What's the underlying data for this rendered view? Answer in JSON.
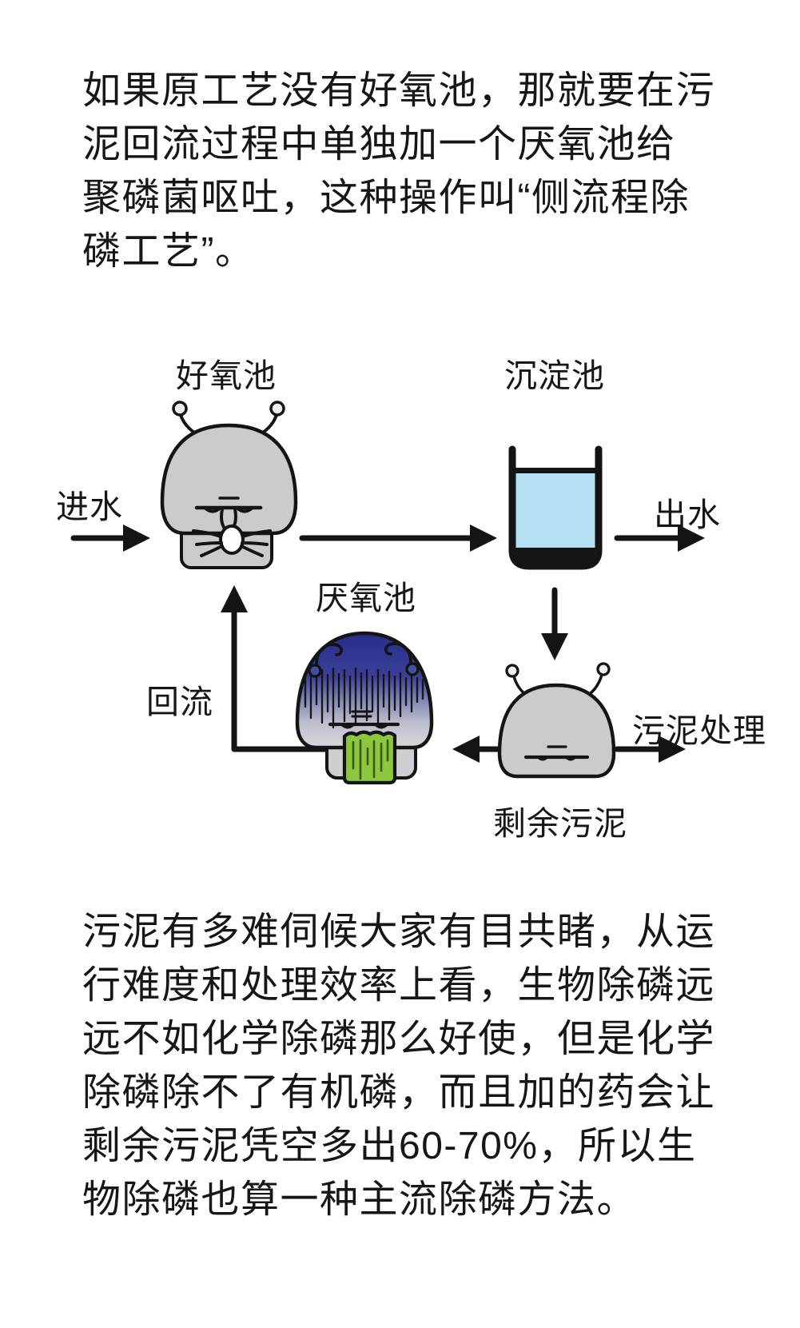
{
  "intro": {
    "lines": [
      "如果原工艺没有好氧池，那就要在污",
      "泥回流过程中单独加一个厌氧池给",
      "聚磷菌呕吐，这种操作叫“侧流程除",
      "磷工艺”。"
    ]
  },
  "outro": {
    "lines": [
      "污泥有多难伺候大家有目共睹，从运",
      "行难度和处理效率上看，生物除磷远",
      "远不如化学除磷那么好使，但是化学",
      "除磷除不了有机磷，而且加的药会让",
      "剩余污泥凭空多出60-70%，所以生",
      "物除磷也算一种主流除磷方法。"
    ]
  },
  "diagram": {
    "aerobic_label": "好氧池",
    "sedimentation_label": "沉淀池",
    "anaerobic_label": "厌氧池",
    "influent_label": "进水",
    "effluent_label": "出水",
    "return_label": "回流",
    "sludge_treatment_label": "污泥处理",
    "excess_sludge_label": "剩余污泥",
    "colors": {
      "outline": "#141414",
      "creature_gray": "#CBCBCB",
      "water": "#B5DFF2",
      "vomit_green": "#8DC63F",
      "anaerobic_top": "#272D8C"
    }
  }
}
